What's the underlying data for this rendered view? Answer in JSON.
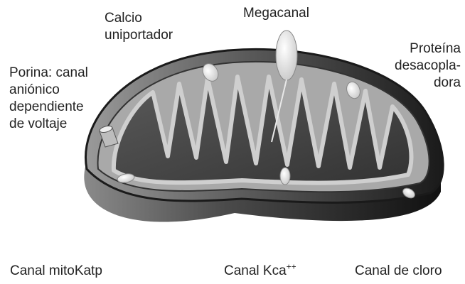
{
  "labels": {
    "calcio": [
      "Calcio",
      "uniportador"
    ],
    "megacanal": "Megacanal",
    "proteina": [
      "Proteína",
      "desacopla-",
      "dora"
    ],
    "porina": [
      "Porina: canal",
      "aniónico",
      "dependiente",
      "de voltaje"
    ],
    "mitokatp": "Canal mitoKatp",
    "kca": {
      "text": "Canal Kca",
      "sup": "++"
    },
    "cloro": "Canal de cloro"
  }
}
